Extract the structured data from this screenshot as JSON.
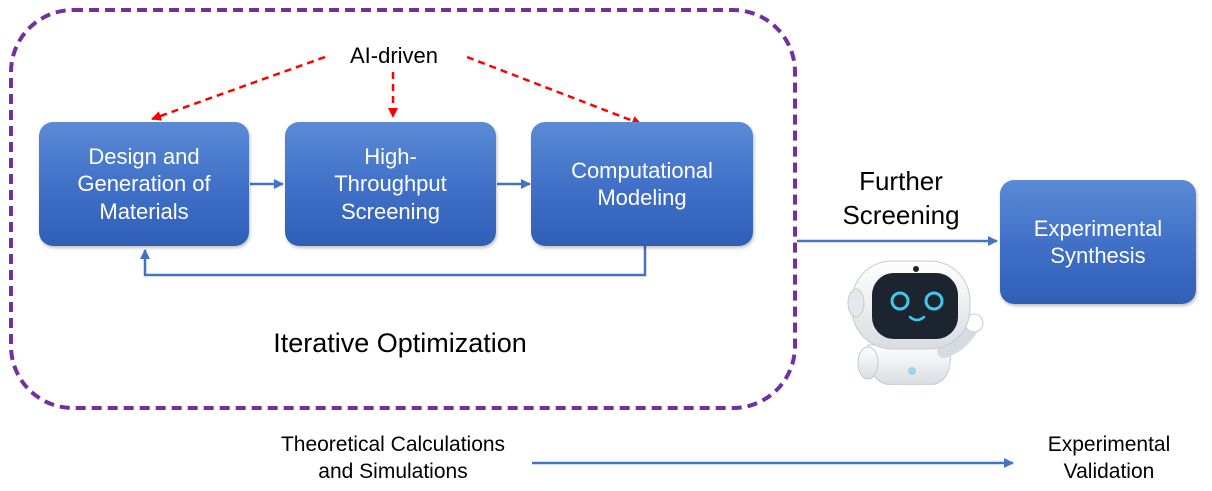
{
  "ai_label": "AI-driven",
  "boxes": {
    "design": "Design and\nGeneration of\nMaterials",
    "screening": "High-\nThroughput\nScreening",
    "modeling": "Computational\nModeling",
    "synthesis": "Experimental\nSynthesis"
  },
  "loop_label": "Iterative Optimization",
  "further_label": "Further\nScreening",
  "theory_label": "Theoretical Calculations\nand Simulations",
  "validation_label": "Experimental\nValidation",
  "colors": {
    "box_fill": "#4472c4",
    "arrow_blue": "#4472c4",
    "arrow_red": "#ff0000",
    "loop_border": "#7030a0"
  },
  "icons": {
    "mascot": "robot-mascot-icon"
  }
}
